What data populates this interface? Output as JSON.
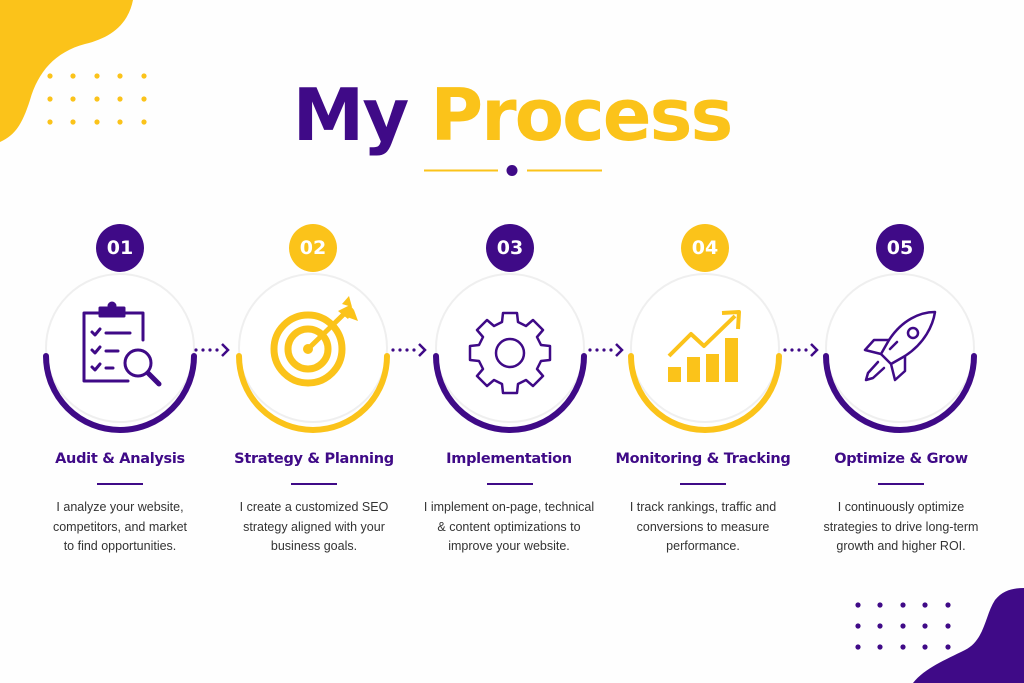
{
  "colors": {
    "purple": "#3f0a87",
    "yellow": "#fbc31a",
    "ring_gray": "#eeeeee",
    "text": "#333333"
  },
  "header": {
    "title_word1": "My",
    "title_word2": "Process"
  },
  "steps": [
    {
      "number": "01",
      "title": "Audit & Analysis",
      "description": [
        "I analyze your website,",
        "competitors, and market",
        "to find opportunities."
      ],
      "icon": "clipboard-search-icon",
      "accent": "purple"
    },
    {
      "number": "02",
      "title": "Strategy & Planning",
      "description": [
        "I create a customized SEO",
        "strategy aligned with your",
        "business goals."
      ],
      "icon": "target-arrow-icon",
      "accent": "yellow"
    },
    {
      "number": "03",
      "title": "Implementation",
      "description": [
        "I implement on-page, technical",
        "& content optimizations to",
        "improve your website."
      ],
      "icon": "gear-icon",
      "accent": "purple"
    },
    {
      "number": "04",
      "title": "Monitoring & Tracking",
      "description": [
        "I track rankings, traffic and",
        "conversions to measure",
        "performance."
      ],
      "icon": "growth-chart-icon",
      "accent": "yellow"
    },
    {
      "number": "05",
      "title": "Optimize & Grow",
      "description": [
        "I continuously optimize",
        "strategies to drive long-term",
        "growth and higher ROI."
      ],
      "icon": "rocket-icon",
      "accent": "purple"
    }
  ],
  "connectors": [
    "arrow-1-2",
    "arrow-2-3",
    "arrow-3-4",
    "arrow-4-5"
  ]
}
